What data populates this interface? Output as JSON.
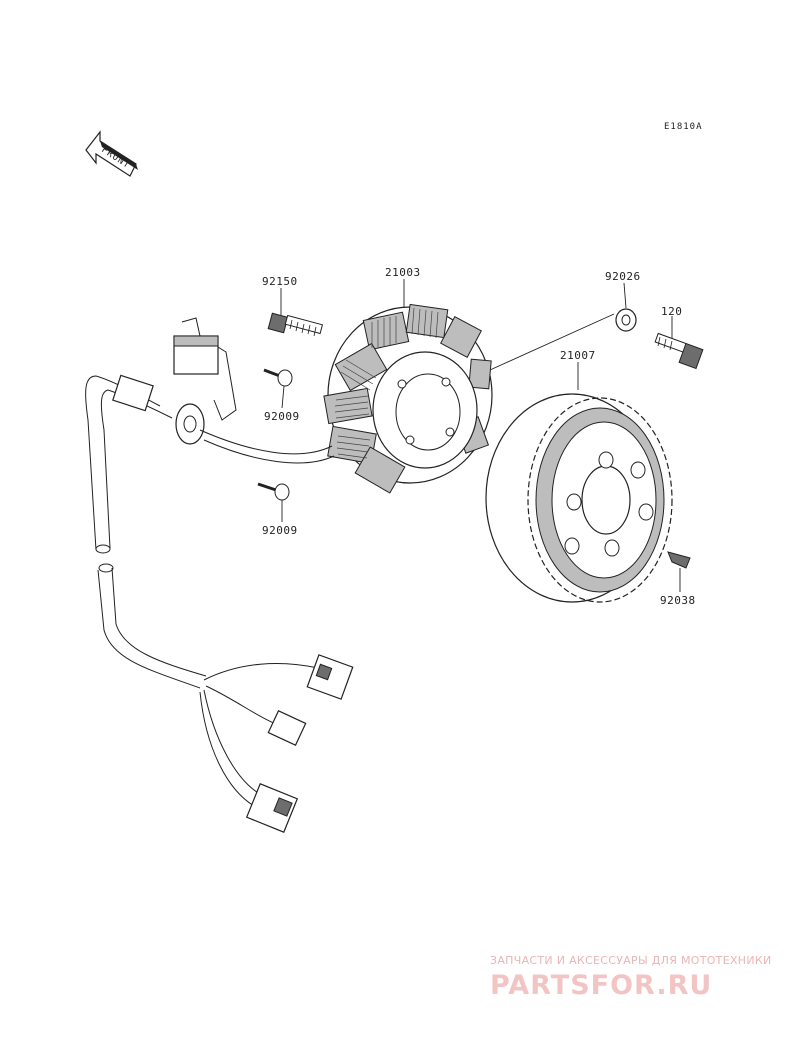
{
  "diagram_code": "E1810A",
  "front_label": "FRONT",
  "parts": {
    "p92150": "92150",
    "p21003": "21003",
    "p92026": "92026",
    "p120": "120",
    "p21007": "21007",
    "p92009a": "92009",
    "p92009b": "92009",
    "p92038": "92038"
  },
  "watermark": {
    "tagline": "ЗАПЧАСТИ И АКСЕССУАРЫ ДЛЯ МОТОТЕХНИКИ",
    "brand": "PARTSFOR.RU"
  }
}
